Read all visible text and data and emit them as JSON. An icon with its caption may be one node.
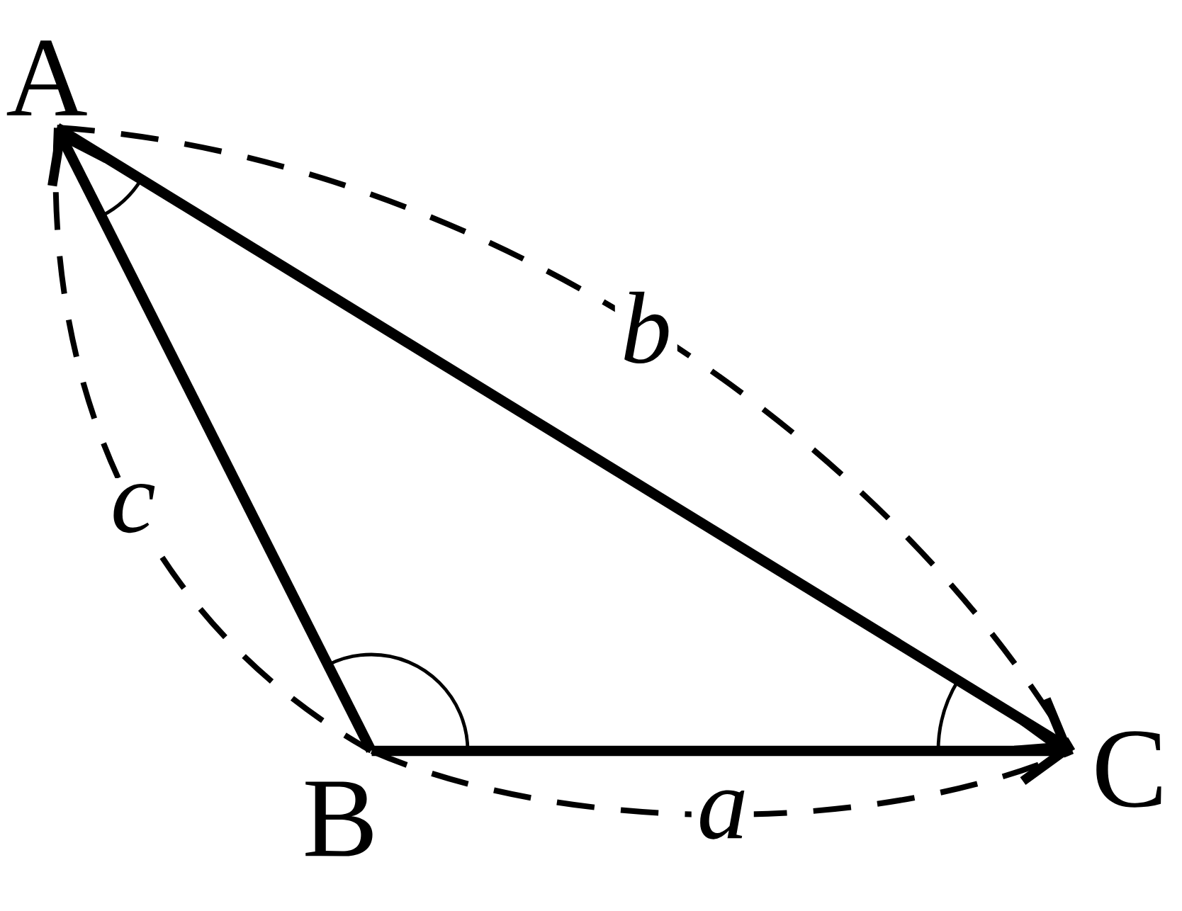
{
  "diagram": {
    "nodes": [
      {
        "text": [
          "A"
        ]
      },
      {
        "text": [
          "B"
        ]
      },
      {
        "text": [
          "C"
        ]
      }
    ],
    "edges": [
      {
        "from": 1,
        "to": 0,
        "arrow": "to",
        "style": "thick"
      },
      {
        "from": 1,
        "to": 2,
        "arrow": "to",
        "style": "thick"
      },
      {
        "from": 0,
        "to": 2,
        "arrow": "to",
        "style": "thick"
      },
      {
        "from": 0,
        "to": 2,
        "arrow": "none",
        "style": "dashed",
        "label": "b"
      },
      {
        "from": 0,
        "to": 1,
        "arrow": "none",
        "style": "dashed",
        "label": "c"
      },
      {
        "from": 1,
        "to": 2,
        "arrow": "none",
        "style": "dashed",
        "label": "a"
      }
    ]
  }
}
